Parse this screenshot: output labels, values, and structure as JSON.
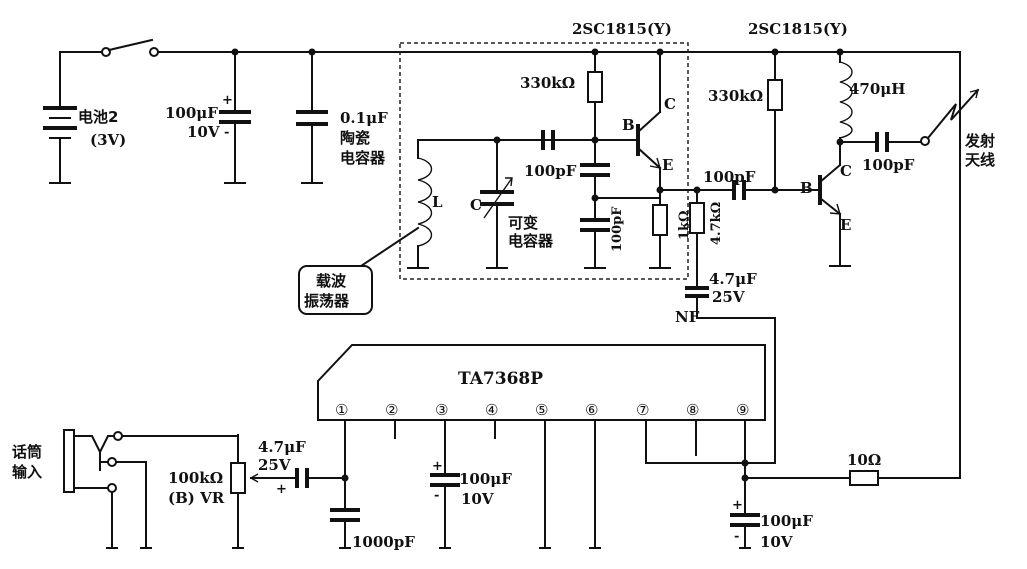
{
  "labels": {
    "battery": "电池2",
    "battery_v": "(3V)",
    "c_100uf_top": "100μF",
    "c_100uf_top_v": "10V",
    "c_01uf": "0.1μF",
    "ceramic_1": "陶瓷",
    "ceramic_2": "电容器",
    "q1_type": "2SC1815(Y)",
    "q2_type": "2SC1815(Y)",
    "r330k_1": "330kΩ",
    "r330k_2": "330kΩ",
    "l470": "470μH",
    "c_100pf_out": "100pF",
    "antenna_1": "发射",
    "antenna_2": "天线",
    "q1_c": "C",
    "q1_b": "B",
    "q1_e": "E",
    "q2_c": "C",
    "q2_b": "B",
    "q2_e": "E",
    "coil_l": "L",
    "var_c": "C",
    "var_cap_1": "可变",
    "var_cap_2": "电容器",
    "c_100pf_a": "100pF",
    "c_100pf_b": "100pF",
    "c_100pf_c": "100pF",
    "r_1k": "1kΩ",
    "r_47k": "4.7kΩ",
    "c_47uf_top": "4.7μF",
    "c_47uf_top_v": "25V",
    "nf": "NF",
    "osc_1": "载波",
    "osc_2": "振荡器",
    "chip_name": "TA7368P",
    "pins": [
      "①",
      "②",
      "③",
      "④",
      "⑤",
      "⑥",
      "⑦",
      "⑧",
      "⑨"
    ],
    "mic_1": "话筒",
    "mic_2": "输入",
    "vr_value": "100kΩ",
    "vr_name": "(B) VR",
    "c_47uf_in": "4.7μF",
    "c_47uf_in_v": "25V",
    "plus_in": "+",
    "c_1000pf": "1000pF",
    "c_100uf_pin3": "100μF",
    "c_100uf_pin3_v": "10V",
    "c_100uf_pin9": "100μF",
    "c_100uf_pin9_v": "10V",
    "r_10": "10Ω",
    "plus_top": "+",
    "minus_top": "-",
    "plus_p3": "+",
    "minus_p3": "-",
    "plus_p9": "+",
    "minus_p9": "-"
  }
}
